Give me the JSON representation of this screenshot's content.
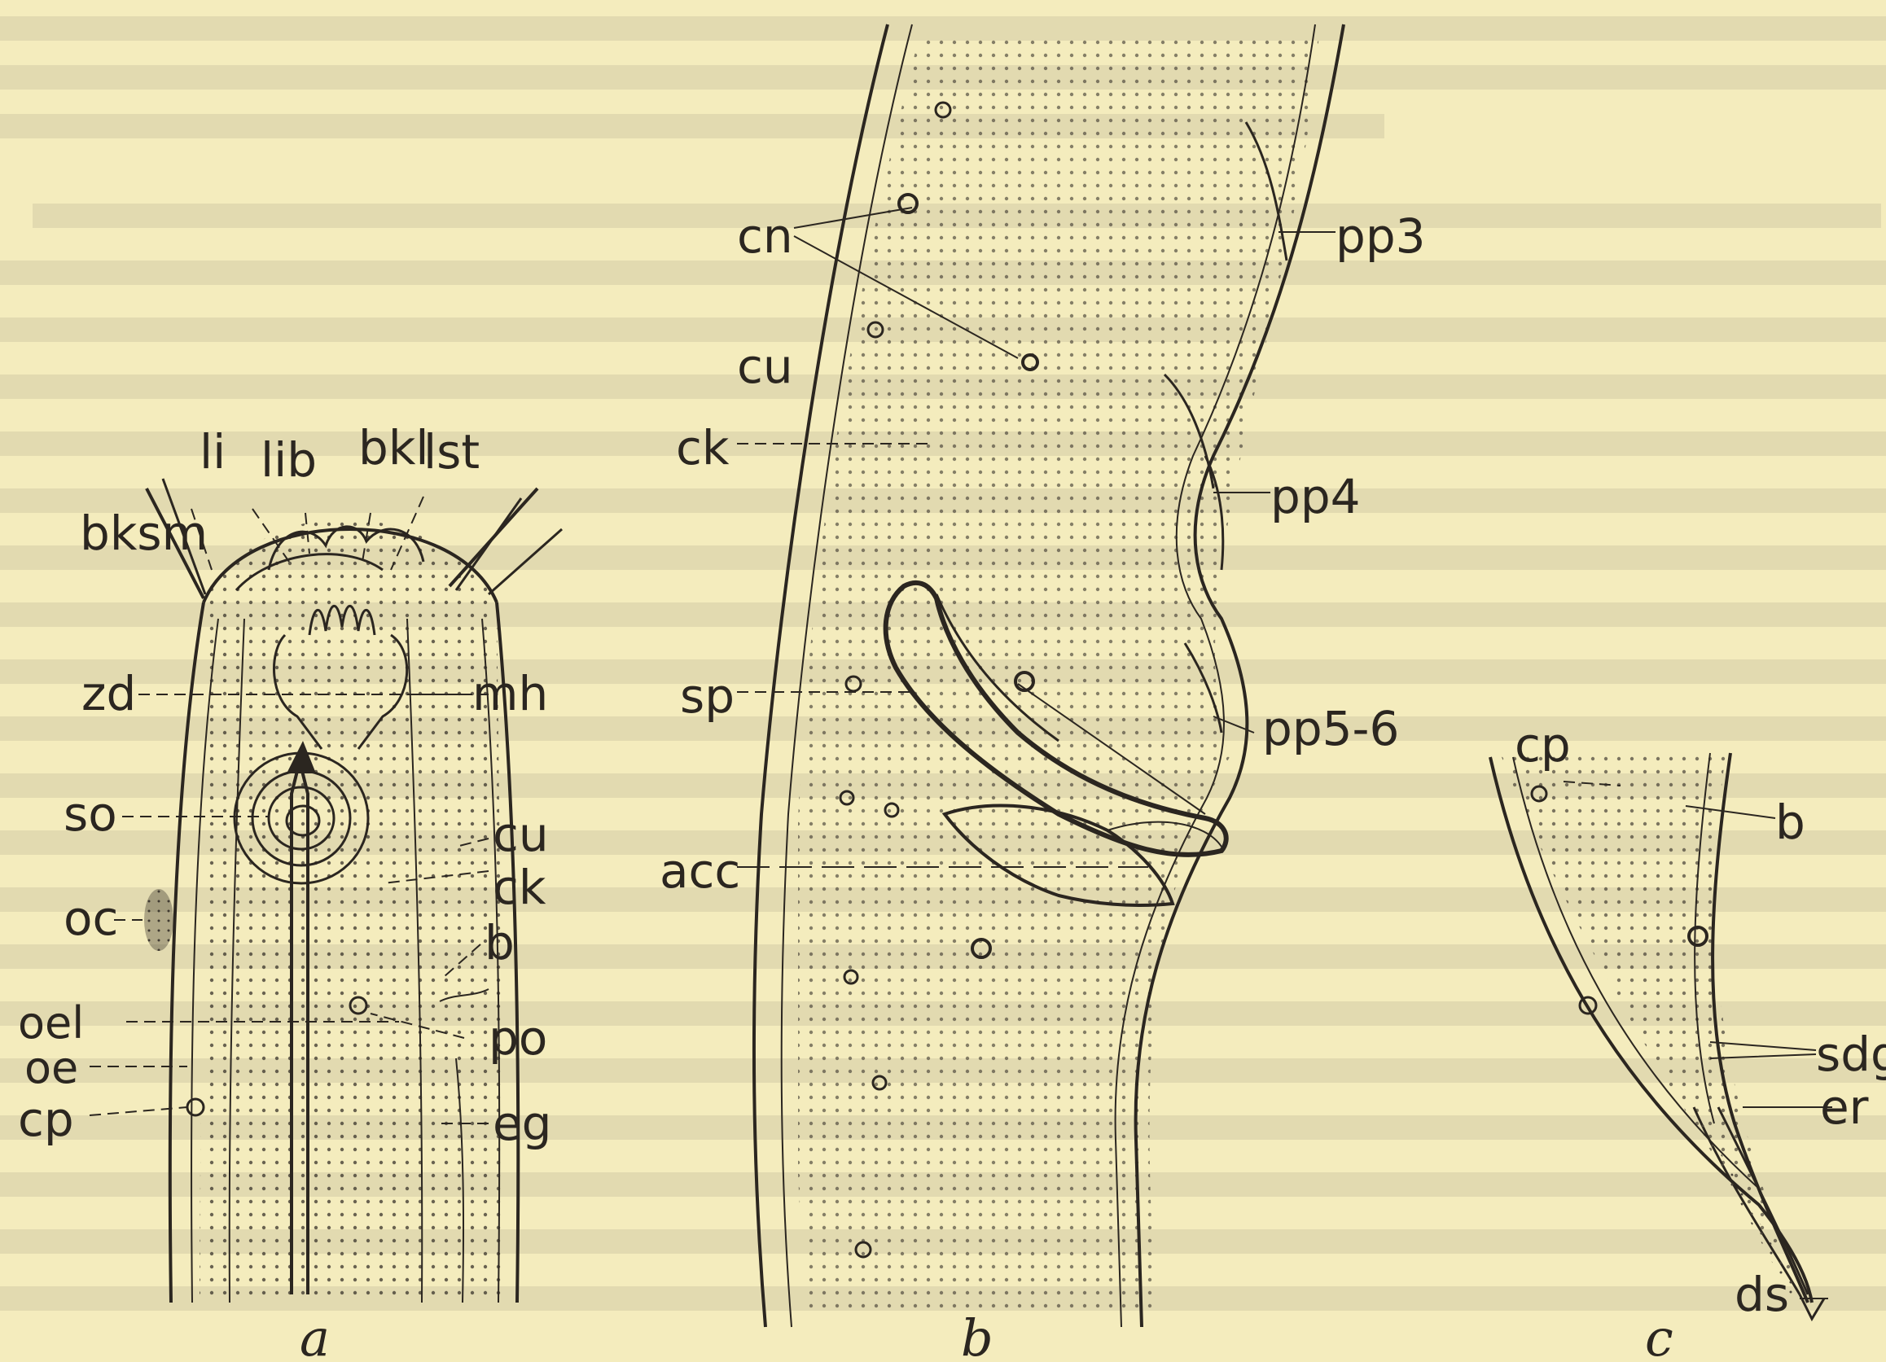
{
  "figure": {
    "panels": [
      {
        "id": "a",
        "caption": "a",
        "labels": [
          "li",
          "lib",
          "bkl",
          "lst",
          "bksm",
          "zd",
          "mh",
          "cu",
          "so",
          "ck",
          "oc",
          "b",
          "oel",
          "po",
          "oe",
          "cp",
          "eg"
        ]
      },
      {
        "id": "b",
        "caption": "b",
        "labels": [
          "cn",
          "pp3",
          "cu",
          "ck",
          "pp4",
          "sp",
          "pp5-6",
          "acc"
        ]
      },
      {
        "id": "c",
        "caption": "c",
        "labels": [
          "cp",
          "b",
          "sdg",
          "er",
          "ds"
        ]
      }
    ]
  }
}
